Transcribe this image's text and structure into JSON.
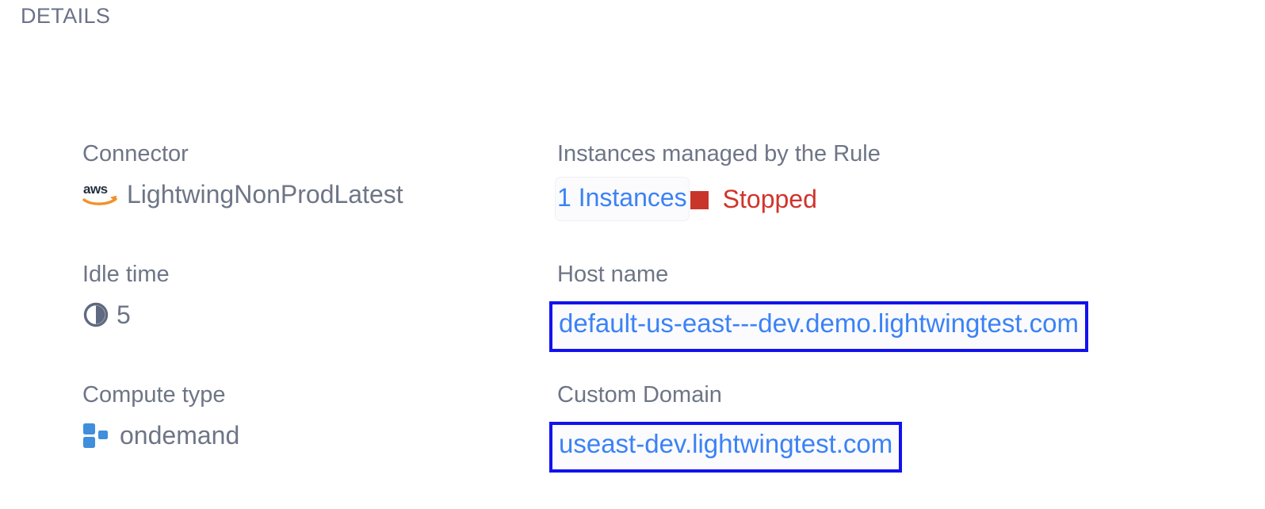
{
  "section": {
    "heading": "DETAILS"
  },
  "fields": {
    "connector": {
      "label": "Connector",
      "value": "LightwingNonProdLatest",
      "icon": "aws-logo-icon"
    },
    "instances_managed": {
      "label": "Instances managed by the Rule",
      "count_label": "1 Instances",
      "status": "Stopped",
      "status_color": "#d0342c",
      "status_swatch_color": "#c9352a",
      "link_color": "#3b82f6"
    },
    "idle_time": {
      "label": "Idle time",
      "value": "5",
      "icon": "pie-chart-icon"
    },
    "host_name": {
      "label": "Host name",
      "value": "default-us-east---dev.demo.lightwingtest.com",
      "highlight_color": "#1212ee"
    },
    "compute_type": {
      "label": "Compute type",
      "value": "ondemand",
      "icon": "blocks-icon"
    },
    "custom_domain": {
      "label": "Custom Domain",
      "value": "useast-dev.lightwingtest.com",
      "highlight_color": "#1212ee"
    }
  },
  "colors": {
    "label_text": "#6d7586",
    "heading_text": "#6a7189",
    "link_blue": "#3b82f6",
    "annotation_blue": "#1212ee",
    "aws_orange": "#f0922a",
    "aws_navy": "#252f3e",
    "block_blue": "#3f8fdc",
    "background": "#ffffff"
  }
}
